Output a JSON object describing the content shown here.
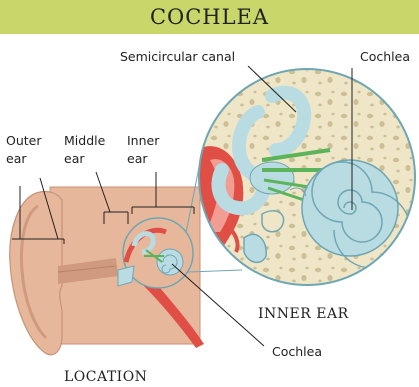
{
  "title": "COCHLEA",
  "colors": {
    "title_bar": "#c9d66a",
    "skin": "#e7b79c",
    "skin_dark": "#cf9a7e",
    "canal": "#b9dce3",
    "canal_outline": "#6fa6b3",
    "bone": "#efe6c7",
    "bone_spot": "#cdbf95",
    "nerve": "#5bb45a",
    "flesh_red": "#e04f45"
  },
  "labels": {
    "semicircular_canal": "Semicircular canal",
    "cochlea_top": "Cochlea",
    "outer_ear_line1": "Outer",
    "outer_ear_line2": "ear",
    "middle_ear_line1": "Middle",
    "middle_ear_line2": "ear",
    "inner_ear_line1": "Inner",
    "inner_ear_line2": "ear",
    "inner_ear_caption": "INNER EAR",
    "cochlea_bottom": "Cochlea",
    "location_caption": "LOCATION"
  }
}
